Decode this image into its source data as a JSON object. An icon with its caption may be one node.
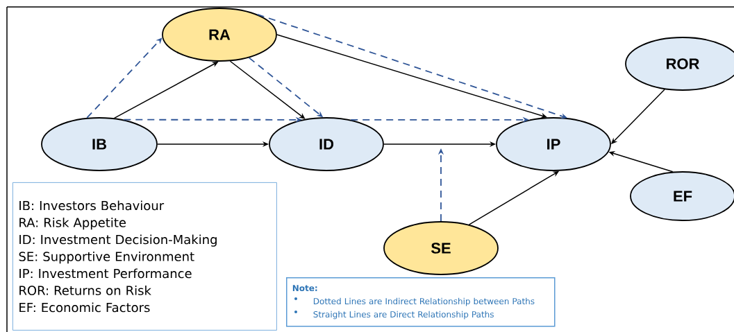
{
  "diagram": {
    "nodes": [
      {
        "text": [
          "RA"
        ]
      },
      {
        "text": [
          "ROR"
        ]
      },
      {
        "text": [
          "IB"
        ]
      },
      {
        "text": [
          "ID"
        ]
      },
      {
        "text": [
          "IP"
        ]
      },
      {
        "text": [
          "EF"
        ]
      },
      {
        "text": [
          "SE"
        ]
      },
      {
        "text": [
          "IB: Investors Behaviour",
          "RA: Risk Appetite",
          "ID: Investment Decision-Making",
          "SE: Supportive Environment",
          "IP: Investment Performance",
          "ROR: Returns on Risk",
          "EF: Economic Factors"
        ]
      },
      {
        "text": [
          "Note:",
          "Dotted Lines are Indirect Relationship between Paths",
          "Straight Lines are Direct Relationship Paths"
        ]
      }
    ],
    "edges": [
      {
        "from": 2,
        "to": 0,
        "arrow": "to",
        "style": "dashed",
        "color": "#2f5597"
      },
      {
        "from": 2,
        "to": 0,
        "arrow": "to"
      },
      {
        "from": 0,
        "to": 3,
        "arrow": "to"
      },
      {
        "from": 0,
        "to": 3,
        "arrow": "to",
        "style": "dashed",
        "color": "#2f5597"
      },
      {
        "from": 2,
        "to": 3,
        "arrow": "to",
        "style": "dashed",
        "color": "#2f5597"
      },
      {
        "from": 2,
        "to": 3,
        "arrow": "to"
      },
      {
        "from": 0,
        "to": 4,
        "arrow": "to"
      },
      {
        "from": 0,
        "to": 4,
        "arrow": "to",
        "style": "dashed",
        "color": "#2f5597"
      },
      {
        "from": 3,
        "to": 4,
        "arrow": "to",
        "style": "dashed",
        "color": "#2f5597"
      },
      {
        "from": 3,
        "to": 4,
        "arrow": "to"
      },
      {
        "from": 1,
        "to": 4,
        "arrow": "to"
      },
      {
        "from": 5,
        "to": 4,
        "arrow": "to"
      },
      {
        "from": 6,
        "to": 4,
        "arrow": "to"
      },
      {
        "from": 6,
        "to": null,
        "arrow": "to",
        "style": "dashed",
        "color": "#2f5597"
      }
    ]
  }
}
